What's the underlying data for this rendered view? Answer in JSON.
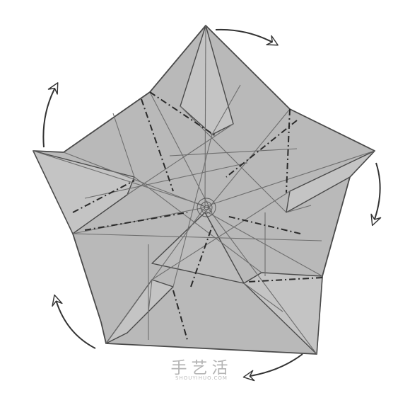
{
  "diagram": {
    "kind": "origami-fold-diagram",
    "shape": "pentagon-star",
    "rotation_arrows": 5,
    "colors": {
      "paper_fill": "#b9b9b9",
      "paper_stroke": "#4a4a4a",
      "crease_line": "#6e6e6e",
      "fold_line_dashed": "#2a2a2a",
      "arrow": "#333333",
      "background": "#ffffff"
    }
  },
  "watermark": {
    "title": "手艺活",
    "url": "SHOUYIHUO.COM"
  }
}
